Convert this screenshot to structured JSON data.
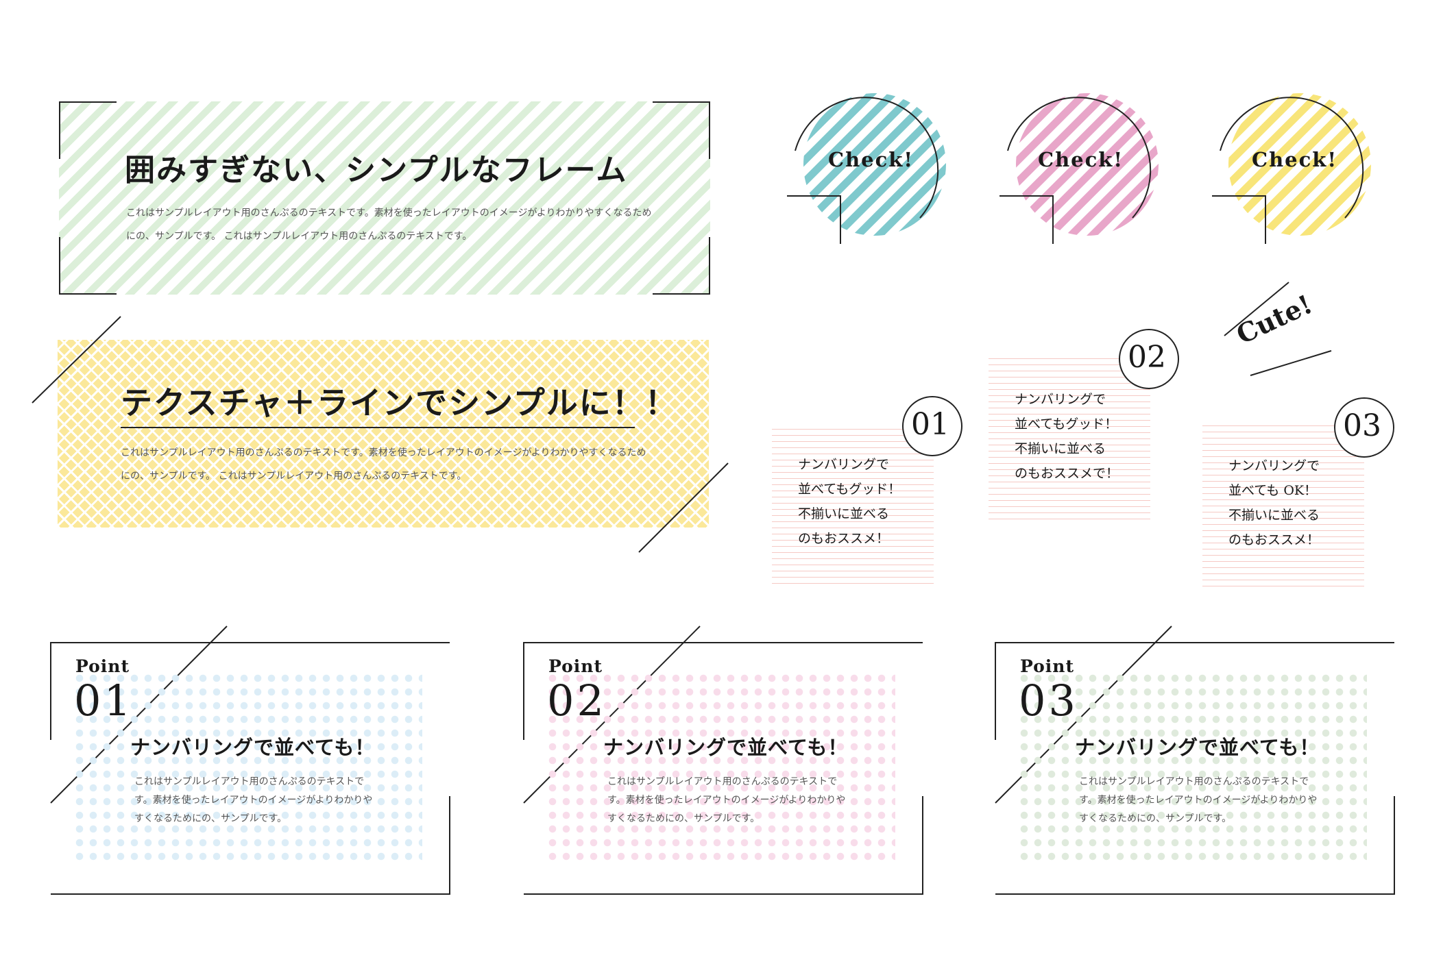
{
  "frame1": {
    "title": "囲みすぎない、シンプルなフレーム",
    "body": "これはサンプルレイアウト用のさんぷるのテキストです。素材を使ったレイアウトのイメージがよりわかりやすくなるためにの、サンプルです。 これはサンプルレイアウト用のさんぷるのテキストです。"
  },
  "frame2": {
    "title": "テクスチャ＋ラインでシンプルに！！",
    "body": "これはサンプルレイアウト用のさんぷるのテキストです。素材を使ったレイアウトのイメージがよりわかりやすくなるためにの、サンプルです。 これはサンプルレイアウト用のさんぷるのテキストです。"
  },
  "checks": [
    {
      "label": "Check!",
      "color": "#7fc9cd"
    },
    {
      "label": "Check!",
      "color": "#e8a6c9"
    },
    {
      "label": "Check!",
      "color": "#f8e57a"
    }
  ],
  "notes": [
    {
      "number": "01",
      "lines": [
        "ナンバリングで",
        "並べてもグッド！",
        "不揃いに並べる",
        "のもおススメ！"
      ]
    },
    {
      "number": "02",
      "lines": [
        "ナンバリングで",
        "並べてもグッド！",
        "不揃いに並べる",
        "のもおススメで！"
      ]
    },
    {
      "number": "03",
      "lines": [
        "ナンバリングで",
        "並べても OK！",
        "不揃いに並べる",
        "のもおススメ！"
      ]
    }
  ],
  "cute": "Cute!",
  "points": [
    {
      "label": "Point",
      "number": "01",
      "title": "ナンバリングで並べても！",
      "body": "これはサンプルレイアウト用のさんぷるのテキストです。素材を使ったレイアウトのイメージがよりわかりやすくなるためにの、サンプルです。",
      "dot_color": "#dcedf7"
    },
    {
      "label": "Point",
      "number": "02",
      "title": "ナンバリングで並べても！",
      "body": "これはサンプルレイアウト用のさんぷるのテキストです。素材を使ったレイアウトのイメージがよりわかりやすくなるためにの、サンプルです。",
      "dot_color": "#f8dcea"
    },
    {
      "label": "Point",
      "number": "03",
      "title": "ナンバリングで並べても！",
      "body": "これはサンプルレイアウト用のさんぷるのテキストです。素材を使ったレイアウトのイメージがよりわかりやすくなるためにの、サンプルです。",
      "dot_color": "#dfeadc"
    }
  ]
}
